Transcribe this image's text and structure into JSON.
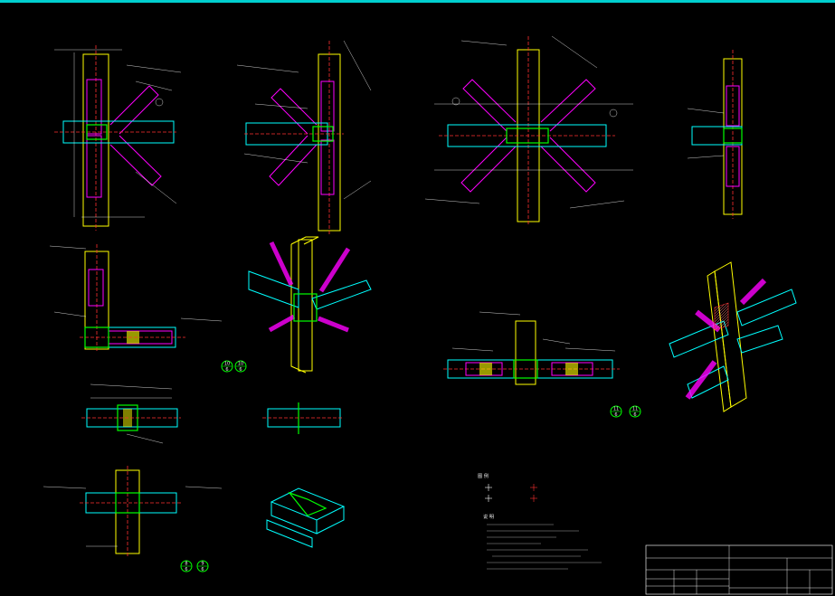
{
  "drawing": {
    "legend_title": "图 例",
    "legend_items": [
      "",
      "",
      "",
      ""
    ],
    "notes_title": "说 明",
    "notes": [
      "",
      "",
      "",
      "",
      "",
      "",
      "",
      ""
    ],
    "title_block": {
      "company": "",
      "project": "",
      "drawing_name": "",
      "rows": [
        "",
        "",
        "",
        ""
      ]
    }
  },
  "colors": {
    "background": "#000000",
    "frame": "#00cfcf",
    "column": "#ffff00",
    "brace": "#ff00ff",
    "beam": "#00ffff",
    "weld": "#00ff00",
    "center": "#ff3030",
    "dimension": "#ffffff"
  },
  "section_tags": [
    {
      "top": "10",
      "bottom": "6"
    },
    {
      "top": "10",
      "bottom": "6"
    },
    {
      "top": "11",
      "bottom": "6"
    },
    {
      "top": "11",
      "bottom": "6"
    },
    {
      "top": "8",
      "bottom": "6"
    },
    {
      "top": "9",
      "bottom": "6"
    }
  ]
}
